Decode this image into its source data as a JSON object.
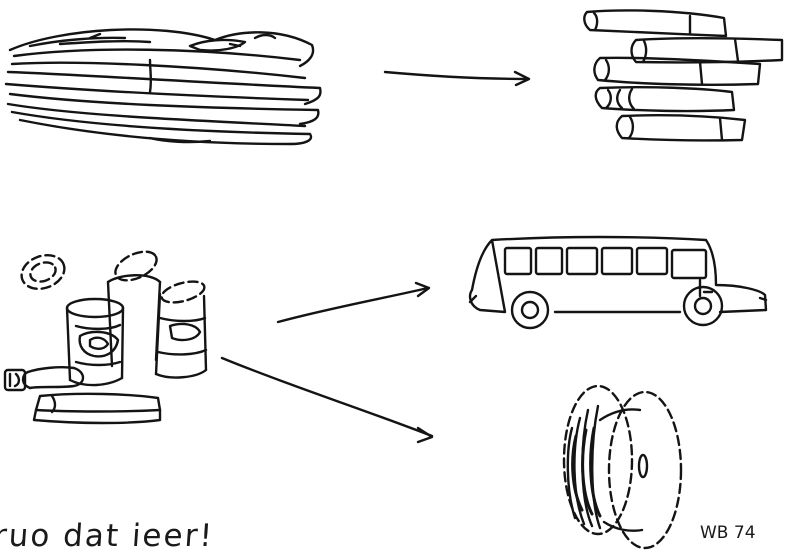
{
  "caption": "ruo dat ieer!",
  "signature": "WB 74",
  "items": {
    "left": [
      "newspapers",
      "cans"
    ],
    "right": [
      "books",
      "bus",
      "cable-reel"
    ]
  },
  "ink_color": "#141414"
}
